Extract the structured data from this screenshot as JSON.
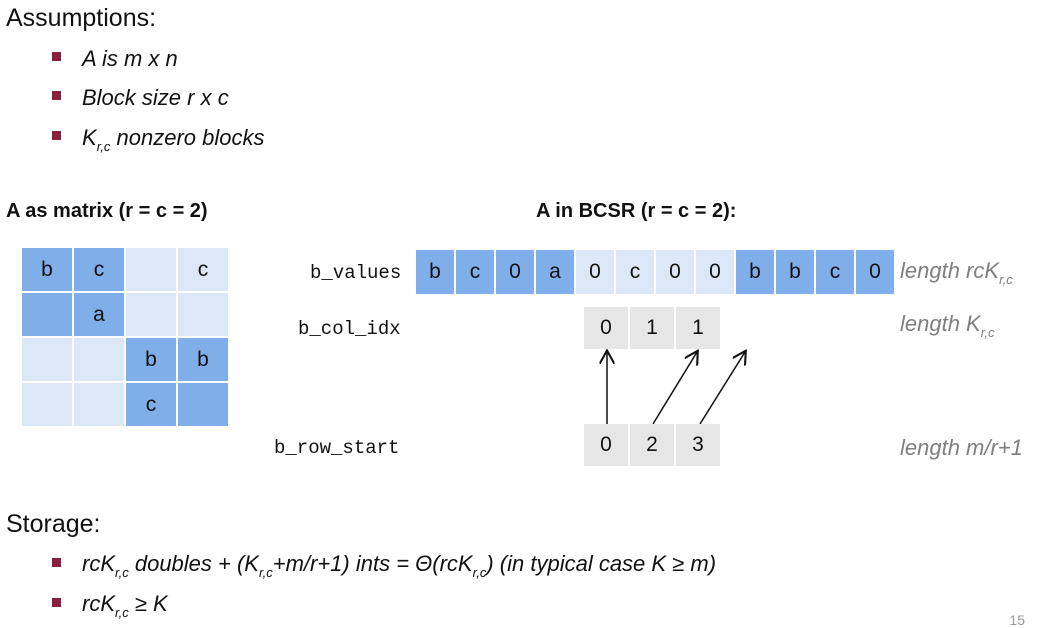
{
  "assumptions": {
    "heading": "Assumptions:",
    "items": [
      {
        "main": "A is m x n",
        "sub": "",
        "rest": ""
      },
      {
        "main": "Block size r x c",
        "sub": "",
        "rest": ""
      },
      {
        "main": "K",
        "sub": "r,c",
        "rest": " nonzero blocks"
      }
    ]
  },
  "matrix_section": {
    "title": "A as matrix (r = c = 2)",
    "cells": [
      {
        "text": "b",
        "shade": "dark"
      },
      {
        "text": "c",
        "shade": "dark"
      },
      {
        "text": "",
        "shade": "light"
      },
      {
        "text": "c",
        "shade": "light"
      },
      {
        "text": "",
        "shade": "dark"
      },
      {
        "text": "a",
        "shade": "dark"
      },
      {
        "text": "",
        "shade": "light"
      },
      {
        "text": "",
        "shade": "light"
      },
      {
        "text": "",
        "shade": "light"
      },
      {
        "text": "",
        "shade": "light"
      },
      {
        "text": "b",
        "shade": "dark"
      },
      {
        "text": "b",
        "shade": "dark"
      },
      {
        "text": "",
        "shade": "light"
      },
      {
        "text": "",
        "shade": "light"
      },
      {
        "text": "c",
        "shade": "dark"
      },
      {
        "text": "",
        "shade": "dark"
      }
    ]
  },
  "bcsr_section": {
    "title": "A in BCSR (r = c = 2):",
    "b_values": {
      "label": "b_values",
      "cells": [
        {
          "text": "b",
          "shade": "dark"
        },
        {
          "text": "c",
          "shade": "dark"
        },
        {
          "text": "0",
          "shade": "dark"
        },
        {
          "text": "a",
          "shade": "dark"
        },
        {
          "text": "0",
          "shade": "light"
        },
        {
          "text": "c",
          "shade": "light"
        },
        {
          "text": "0",
          "shade": "light"
        },
        {
          "text": "0",
          "shade": "light"
        },
        {
          "text": "b",
          "shade": "dark"
        },
        {
          "text": "b",
          "shade": "dark"
        },
        {
          "text": "c",
          "shade": "dark"
        },
        {
          "text": "0",
          "shade": "dark"
        }
      ],
      "length_main": "length rcK",
      "length_sub": "r,c"
    },
    "b_col_idx": {
      "label": "b_col_idx",
      "cells": [
        "0",
        "1",
        "1"
      ],
      "length_main": "length K",
      "length_sub": "r,c"
    },
    "b_row_start": {
      "label": "b_row_start",
      "cells": [
        "0",
        "2",
        "3"
      ],
      "length_main": "length m/r+1"
    }
  },
  "storage": {
    "heading": "Storage:",
    "line1": {
      "p1": "rcK",
      "s1": "r,c",
      "p2": " doubles + (K",
      "s2": "r,c",
      "p3": "+m/r+1) ints = Θ(rcK",
      "s3": "r,c",
      "p4": ") (in typical case K ≥ m)"
    },
    "line2": {
      "p1": "rcK",
      "s1": "r,c",
      "p2": " ≥ K"
    }
  },
  "page_number": "15",
  "colors": {
    "bullet": "#8b1f3b",
    "dark_cell": "#7faee8",
    "light_cell": "#dce8f7",
    "gray_cell": "#e6e6e6",
    "length_text": "#7f7f7f"
  }
}
